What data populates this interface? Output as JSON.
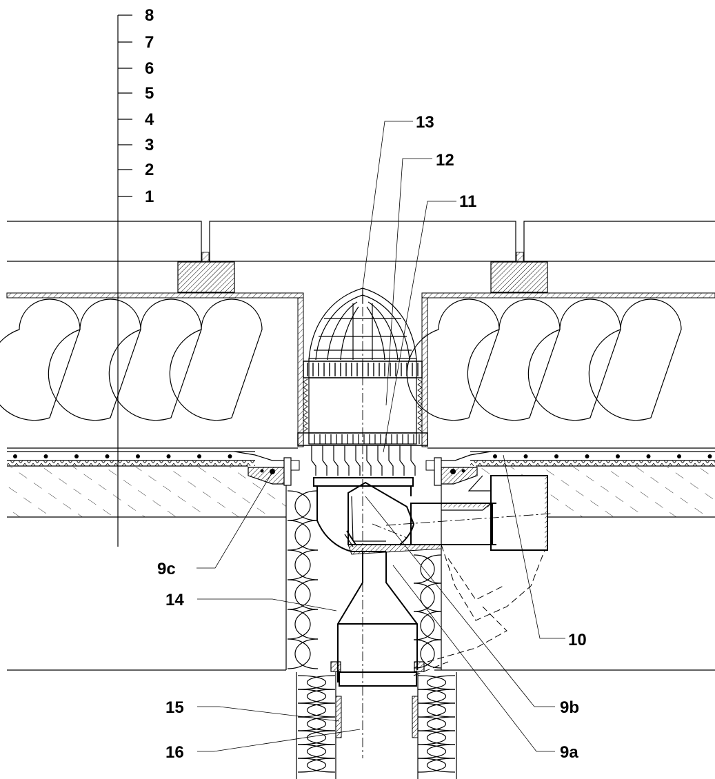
{
  "layer_labels": [
    "8",
    "7",
    "6",
    "5",
    "4",
    "3",
    "2",
    "1"
  ],
  "callouts": {
    "c13": "13",
    "c12": "12",
    "c11": "11",
    "c9c": "9c",
    "c14": "14",
    "c10": "10",
    "c15": "15",
    "c9b": "9b",
    "c16": "16",
    "c9a": "9a"
  }
}
